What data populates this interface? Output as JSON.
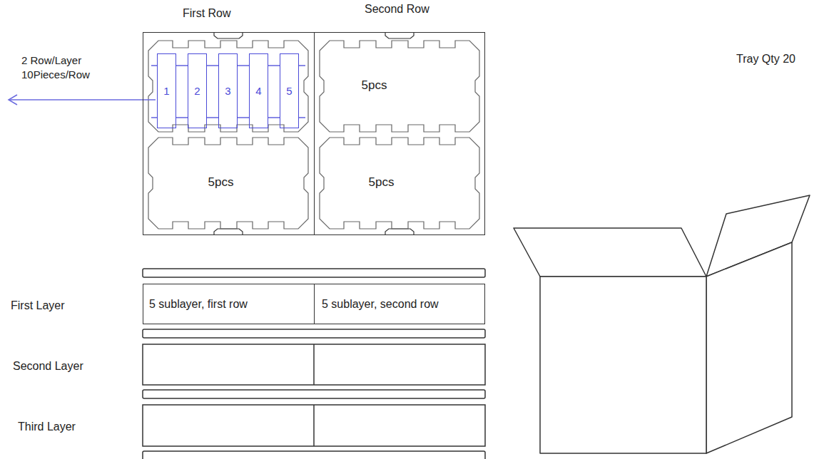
{
  "diagram": {
    "nodes": [
      {
        "text": [
          "First Row"
        ]
      },
      {
        "text": [
          "1"
        ],
        "in": 0
      },
      {
        "text": [
          "2"
        ],
        "in": 0
      },
      {
        "text": [
          "3"
        ],
        "in": 0
      },
      {
        "text": [
          "4"
        ],
        "in": 0
      },
      {
        "text": [
          "5"
        ],
        "in": 0
      },
      {
        "text": [
          "5pcs"
        ],
        "in": 0
      },
      {
        "text": [
          "Second Row"
        ]
      },
      {
        "text": [
          "5pcs"
        ],
        "in": 7
      },
      {
        "text": [
          "5pcs"
        ],
        "in": 7
      },
      {
        "text": [
          "5 sublayer, first row"
        ]
      },
      {
        "text": [
          "5 sublayer, second row"
        ]
      }
    ],
    "labels": [
      "2 Row/Layer",
      "10Pieces/Row",
      "Tray Qty 20",
      "First Layer",
      "Second Layer",
      "Third Layer"
    ]
  }
}
